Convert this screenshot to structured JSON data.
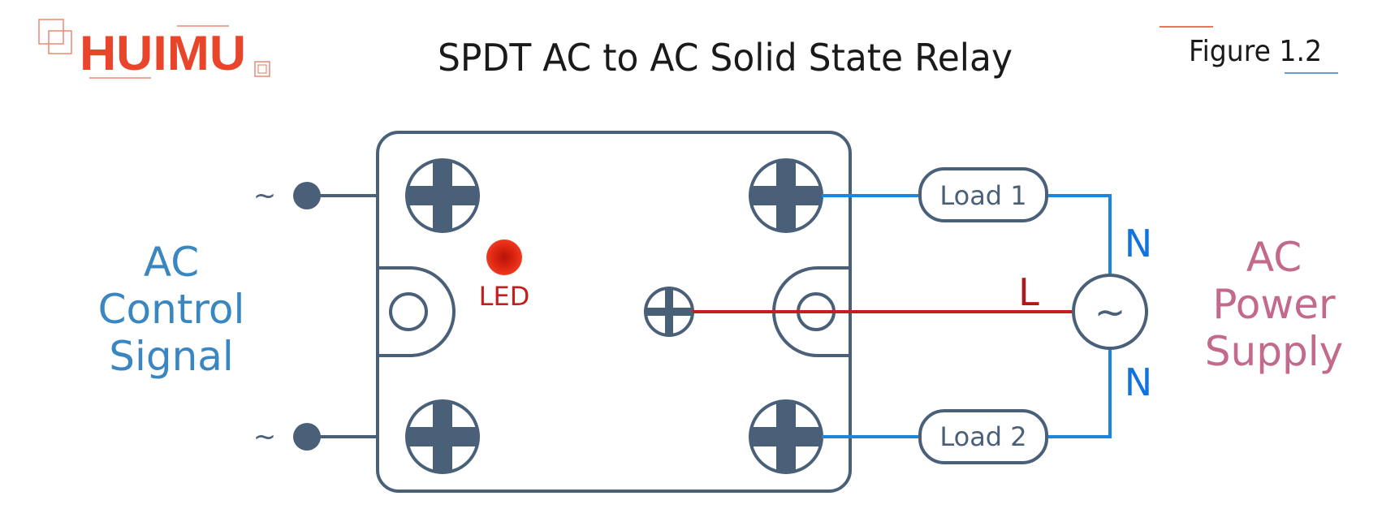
{
  "header": {
    "logo_text": "HUIMU",
    "title": "SPDT AC to AC Solid State Relay",
    "figure": "Figure 1.2"
  },
  "left": {
    "label_line1": "AC",
    "label_line2": "Control",
    "label_line3": "Signal",
    "tilde_top": "~",
    "tilde_bottom": "~"
  },
  "relay": {
    "led_label": "LED"
  },
  "right": {
    "load1": "Load 1",
    "load2": "Load 2",
    "n_top": "N",
    "n_bottom": "N",
    "l": "L",
    "source_symbol": "~",
    "label_line1": "AC",
    "label_line2": "Power",
    "label_line3": "Supply"
  },
  "colors": {
    "logo": "#e8452a",
    "relay": "#4a6079",
    "blue_label": "#3a86c0",
    "pink_label": "#c2698c",
    "wire_blue": "#1b86dc",
    "wire_red": "#c41e1e",
    "n_blue": "#1272de",
    "led": "#e02010"
  }
}
